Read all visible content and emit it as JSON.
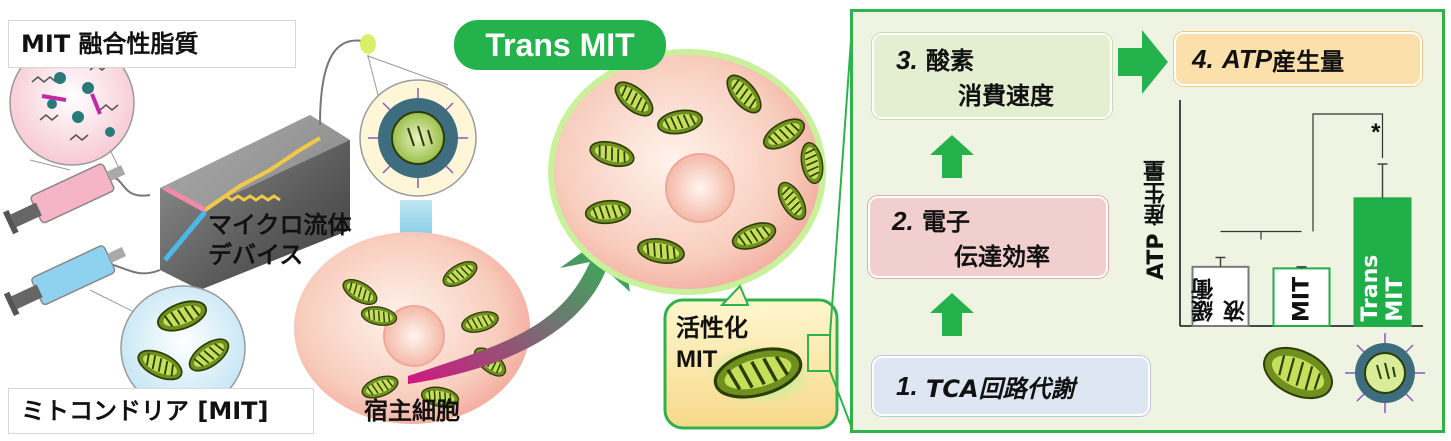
{
  "left": {
    "lipid_label": "MIT 融合性脂質",
    "device_label_line1": "マイクロ流体",
    "device_label_line2": "デバイス",
    "mit_label": "ミトコンドリア [MIT]",
    "host_cell_label": "宿主細胞"
  },
  "center": {
    "trans_mit_pill": "Trans MIT",
    "activated_label_line1": "活性化",
    "activated_label_line2": "MIT"
  },
  "panel": {
    "step1": {
      "num": "1.",
      "text": "TCA回路代謝"
    },
    "step2": {
      "num": "2.",
      "line1": "電子",
      "line2": "伝達効率"
    },
    "step3": {
      "num": "3.",
      "line1": "酸素",
      "line2": "消費速度"
    },
    "step4": {
      "num": "4.",
      "text1": "ATP",
      "text2": "産生量"
    },
    "colors": {
      "step1_bg": "#dde6f2",
      "step2_bg": "#f2cfcf",
      "step3_bg": "#e4efd2",
      "step4_bg": "#fbe0ac",
      "up_arrow": "#ff0000",
      "flow_arrow": "#23b24b"
    }
  },
  "chart_data": {
    "type": "bar",
    "ylabel": "ATP 産生量",
    "categories": [
      "緩衝液",
      "MIT",
      "Trans MIT"
    ],
    "values": [
      0.38,
      0.37,
      0.82
    ],
    "errors": [
      0.06,
      0.01,
      0.22
    ],
    "ylim": [
      0,
      1.4
    ],
    "bar_colors": [
      "#ffffff",
      "#ffffff",
      "#1fae48"
    ],
    "bar_edges": [
      "#7a7a7a",
      "#1fae48",
      "#1fae48"
    ],
    "label_colors": [
      "#111111",
      "#111111",
      "#ffffff"
    ],
    "significance": {
      "from": 0,
      "to": 2,
      "label": "*"
    }
  }
}
